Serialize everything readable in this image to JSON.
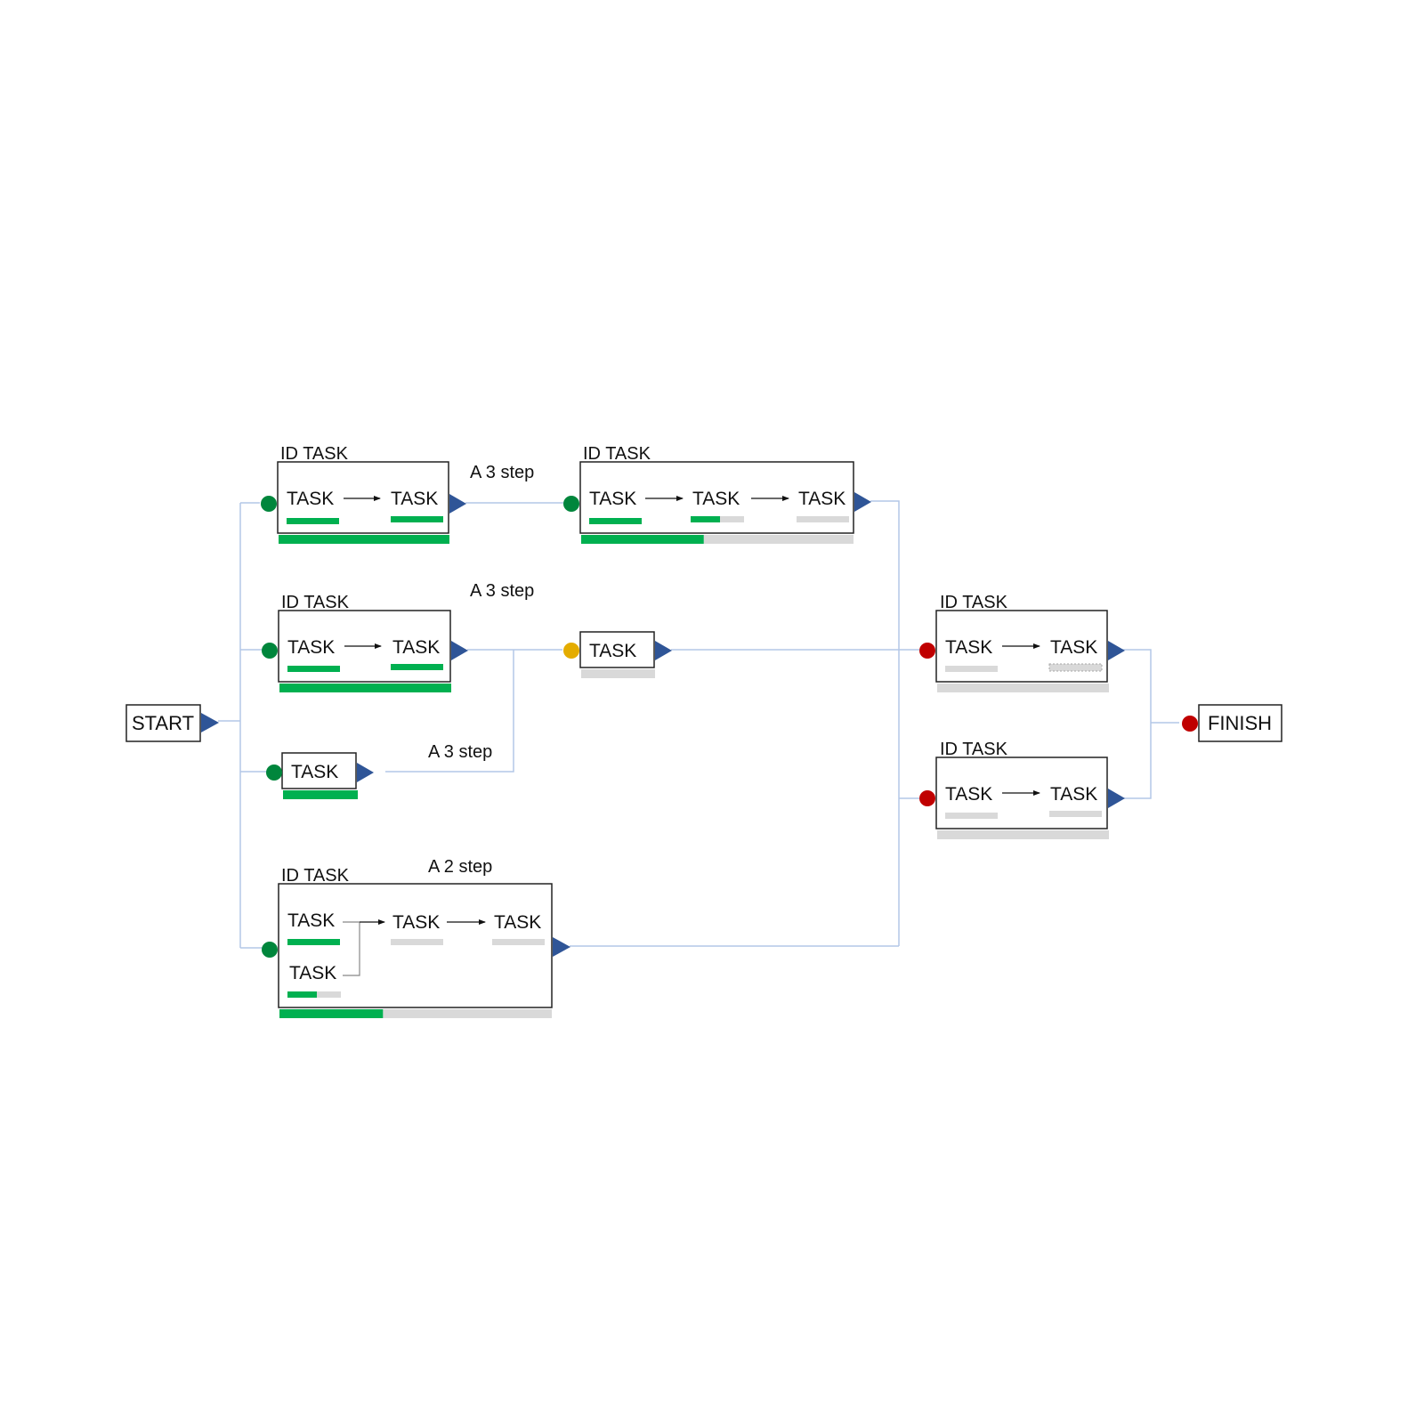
{
  "colors": {
    "done": "#00b050",
    "track": "#d9d9d9",
    "connector": "#b4c7e7",
    "port": "#2f5597",
    "status_green": "#00863c",
    "status_yellow": "#e4ac00",
    "status_red": "#c00000",
    "border": "#222222"
  },
  "terminals": {
    "start": "START",
    "finish": "FINISH"
  },
  "nodes": {
    "n1": {
      "title": "ID TASK",
      "step_note": "A 3 step",
      "status": "green",
      "overall_progress": 1.0,
      "tasks": [
        {
          "label": "TASK",
          "progress": 1.0
        },
        {
          "label": "TASK",
          "progress": 1.0
        }
      ]
    },
    "n2": {
      "title": "ID TASK",
      "status": "green",
      "overall_progress": 0.45,
      "tasks": [
        {
          "label": "TASK",
          "progress": 1.0
        },
        {
          "label": "TASK",
          "progress": 0.55
        },
        {
          "label": "TASK",
          "progress": 0.0
        }
      ]
    },
    "n3": {
      "title": "ID TASK",
      "step_note": "A 3 step",
      "status": "green",
      "overall_progress": 1.0,
      "tasks": [
        {
          "label": "TASK",
          "progress": 1.0
        },
        {
          "label": "TASK",
          "progress": 1.0
        }
      ]
    },
    "n4": {
      "label": "TASK",
      "step_note": "A 3 step",
      "status": "green",
      "overall_progress": 1.0
    },
    "n5": {
      "label": "TASK",
      "status": "yellow",
      "overall_progress": 0.0
    },
    "n6": {
      "title": "ID TASK",
      "step_note": "A 2 step",
      "status": "green",
      "overall_progress": 0.38,
      "tasks": [
        {
          "label": "TASK",
          "progress": 1.0
        },
        {
          "label": "TASK",
          "progress": 0.55
        },
        {
          "label": "TASK",
          "progress": 0.0
        },
        {
          "label": "TASK",
          "progress": 0.0
        }
      ]
    },
    "n7": {
      "title": "ID TASK",
      "status": "red",
      "overall_progress": 0.0,
      "tasks": [
        {
          "label": "TASK",
          "progress": 0.0
        },
        {
          "label": "TASK",
          "progress": 0.0
        }
      ]
    },
    "n8": {
      "title": "ID TASK",
      "status": "red",
      "overall_progress": 0.0,
      "tasks": [
        {
          "label": "TASK",
          "progress": 0.0
        },
        {
          "label": "TASK",
          "progress": 0.0
        }
      ]
    }
  },
  "finish_status": "red"
}
